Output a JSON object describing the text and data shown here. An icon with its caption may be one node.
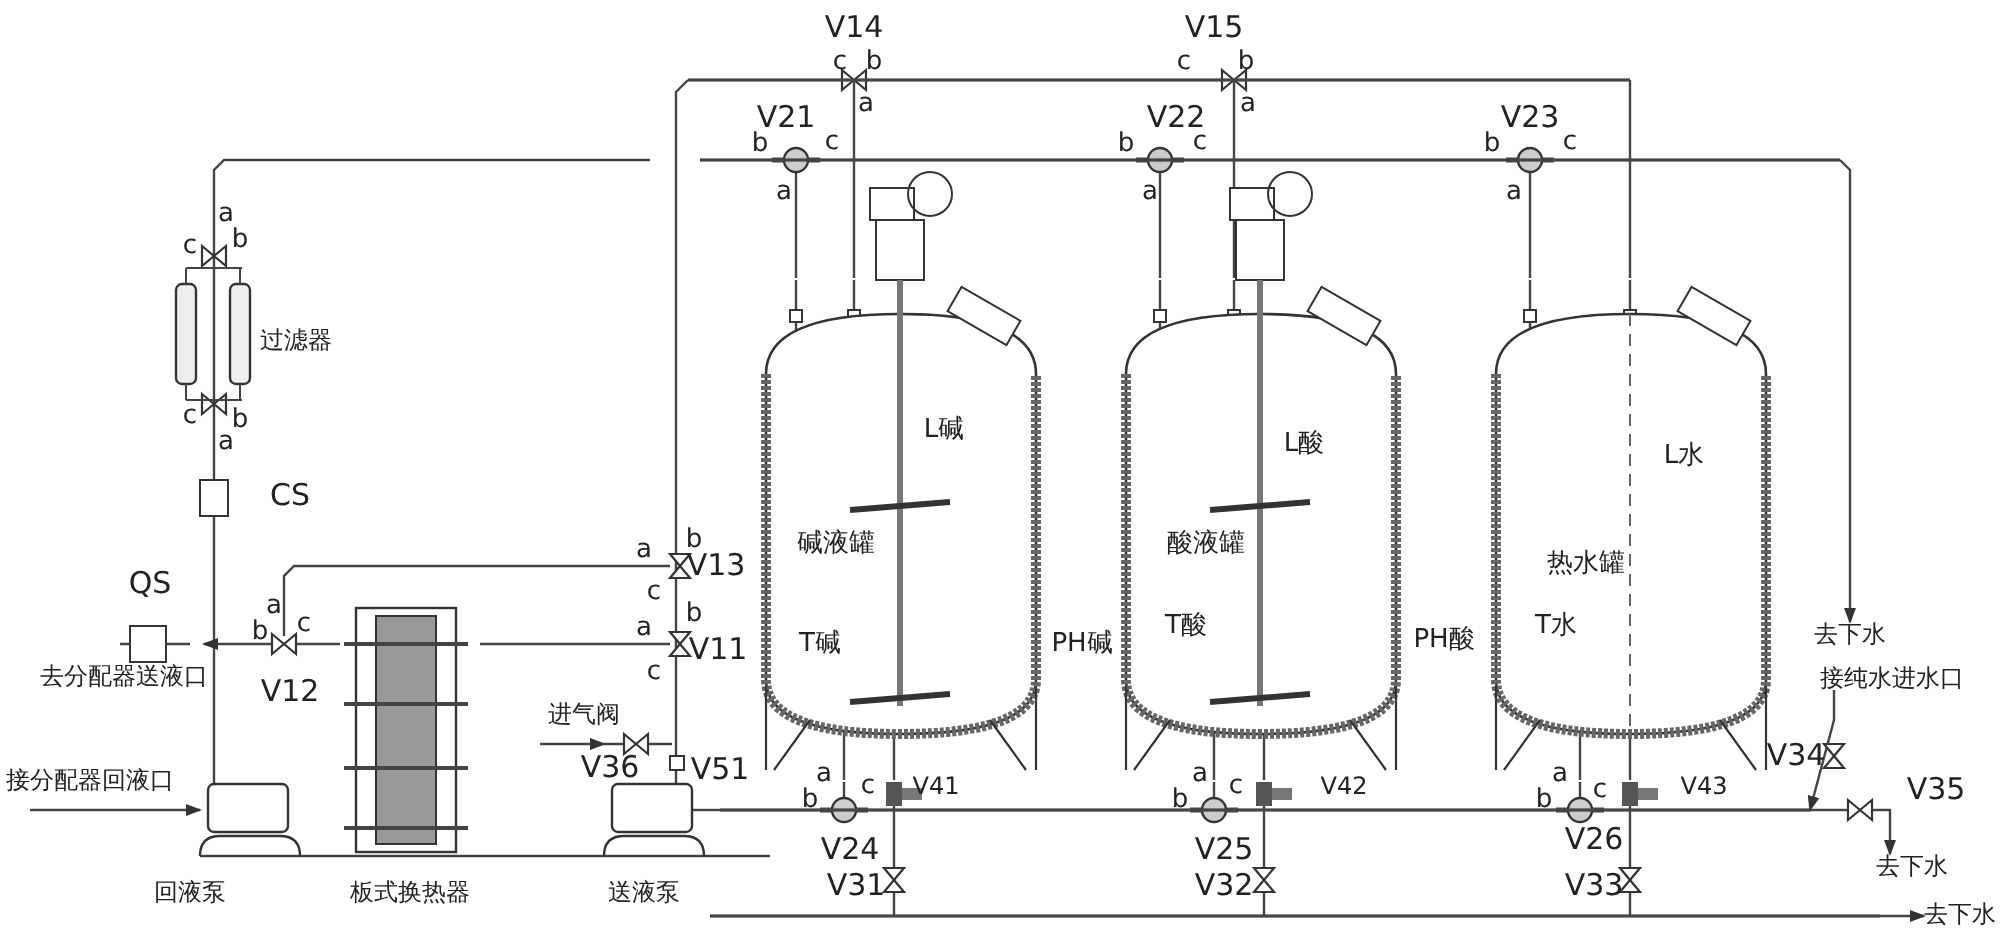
{
  "diagram": {
    "nodes": [
      {
        "text": [],
        "shape": "bar"
      },
      {
        "text": [],
        "shape": "bar"
      },
      {
        "text": [
          "L碱",
          "碱液罐",
          "T碱"
        ]
      },
      {
        "text": [
          "L酸",
          "酸液罐",
          "T酸"
        ]
      },
      {
        "text": [
          "L水",
          "热水罐",
          "T水"
        ]
      },
      {
        "text": [],
        "shape": "bar"
      },
      {
        "text": [],
        "shape": "bar"
      },
      {
        "text": [
          "去下水"
        ]
      },
      {
        "text": [
          "接纯水进水口"
        ]
      },
      {
        "text": [
          "去下水"
        ]
      },
      {
        "text": [
          "去下水"
        ]
      },
      {
        "text": [],
        "shape": "picture",
        "beside": [
          "送液泵"
        ]
      }
    ],
    "edges": [
      {
        "from": 0,
        "to": 2,
        "arrow": "none"
      },
      {
        "from": 0,
        "to": 3,
        "arrow": "none"
      },
      {
        "from": 0,
        "to": 4,
        "arrow": "none"
      },
      {
        "from": 1,
        "to": 2,
        "arrow": "none"
      },
      {
        "from": 1,
        "to": 3,
        "arrow": "none"
      },
      {
        "from": 1,
        "to": 4,
        "arrow": "none"
      },
      {
        "from": 2,
        "to": 5,
        "arrow": "none"
      },
      {
        "from": 3,
        "to": 5,
        "arrow": "none"
      },
      {
        "from": 4,
        "to": 5,
        "arrow": "none"
      },
      {
        "from": 2,
        "to": 6,
        "arrow": "none"
      },
      {
        "from": 3,
        "to": 6,
        "arrow": "none"
      },
      {
        "from": 4,
        "to": 6,
        "arrow": "none"
      },
      {
        "from": 1,
        "to": 7,
        "arrow": "to"
      },
      {
        "from": 8,
        "to": 5,
        "arrow": "to"
      },
      {
        "from": 5,
        "to": 9,
        "arrow": "to"
      },
      {
        "from": 6,
        "to": 10,
        "arrow": "to"
      },
      {
        "from": 5,
        "to": 11,
        "arrow": "none"
      },
      {
        "from": 11,
        "to": 0,
        "arrow": "none"
      }
    ],
    "labels": [
      "V14",
      "V15",
      "c",
      "b",
      "c",
      "b",
      "a",
      "a",
      "V21",
      "V22",
      "V23",
      "b",
      "c",
      "b",
      "c",
      "b",
      "c",
      "a",
      "a",
      "a",
      "a",
      "c",
      "b",
      "过滤器",
      "c",
      "b",
      "a",
      "CS",
      "a",
      "b",
      "V13",
      "c",
      "QS",
      "a",
      "b",
      "c",
      "a",
      "b",
      "V11",
      "PH碱",
      "PH酸",
      "去分配器送液口",
      "V12",
      "c",
      "进气阀",
      "V36",
      "V51",
      "V34",
      "接分配器回液口",
      "b",
      "a",
      "c",
      "V41",
      "b",
      "a",
      "c",
      "V42",
      "b",
      "a",
      "c",
      "V43",
      "V35",
      "V24",
      "V25",
      "V26",
      "回液泵",
      "板式换热器",
      "V31",
      "V32",
      "V33"
    ]
  }
}
